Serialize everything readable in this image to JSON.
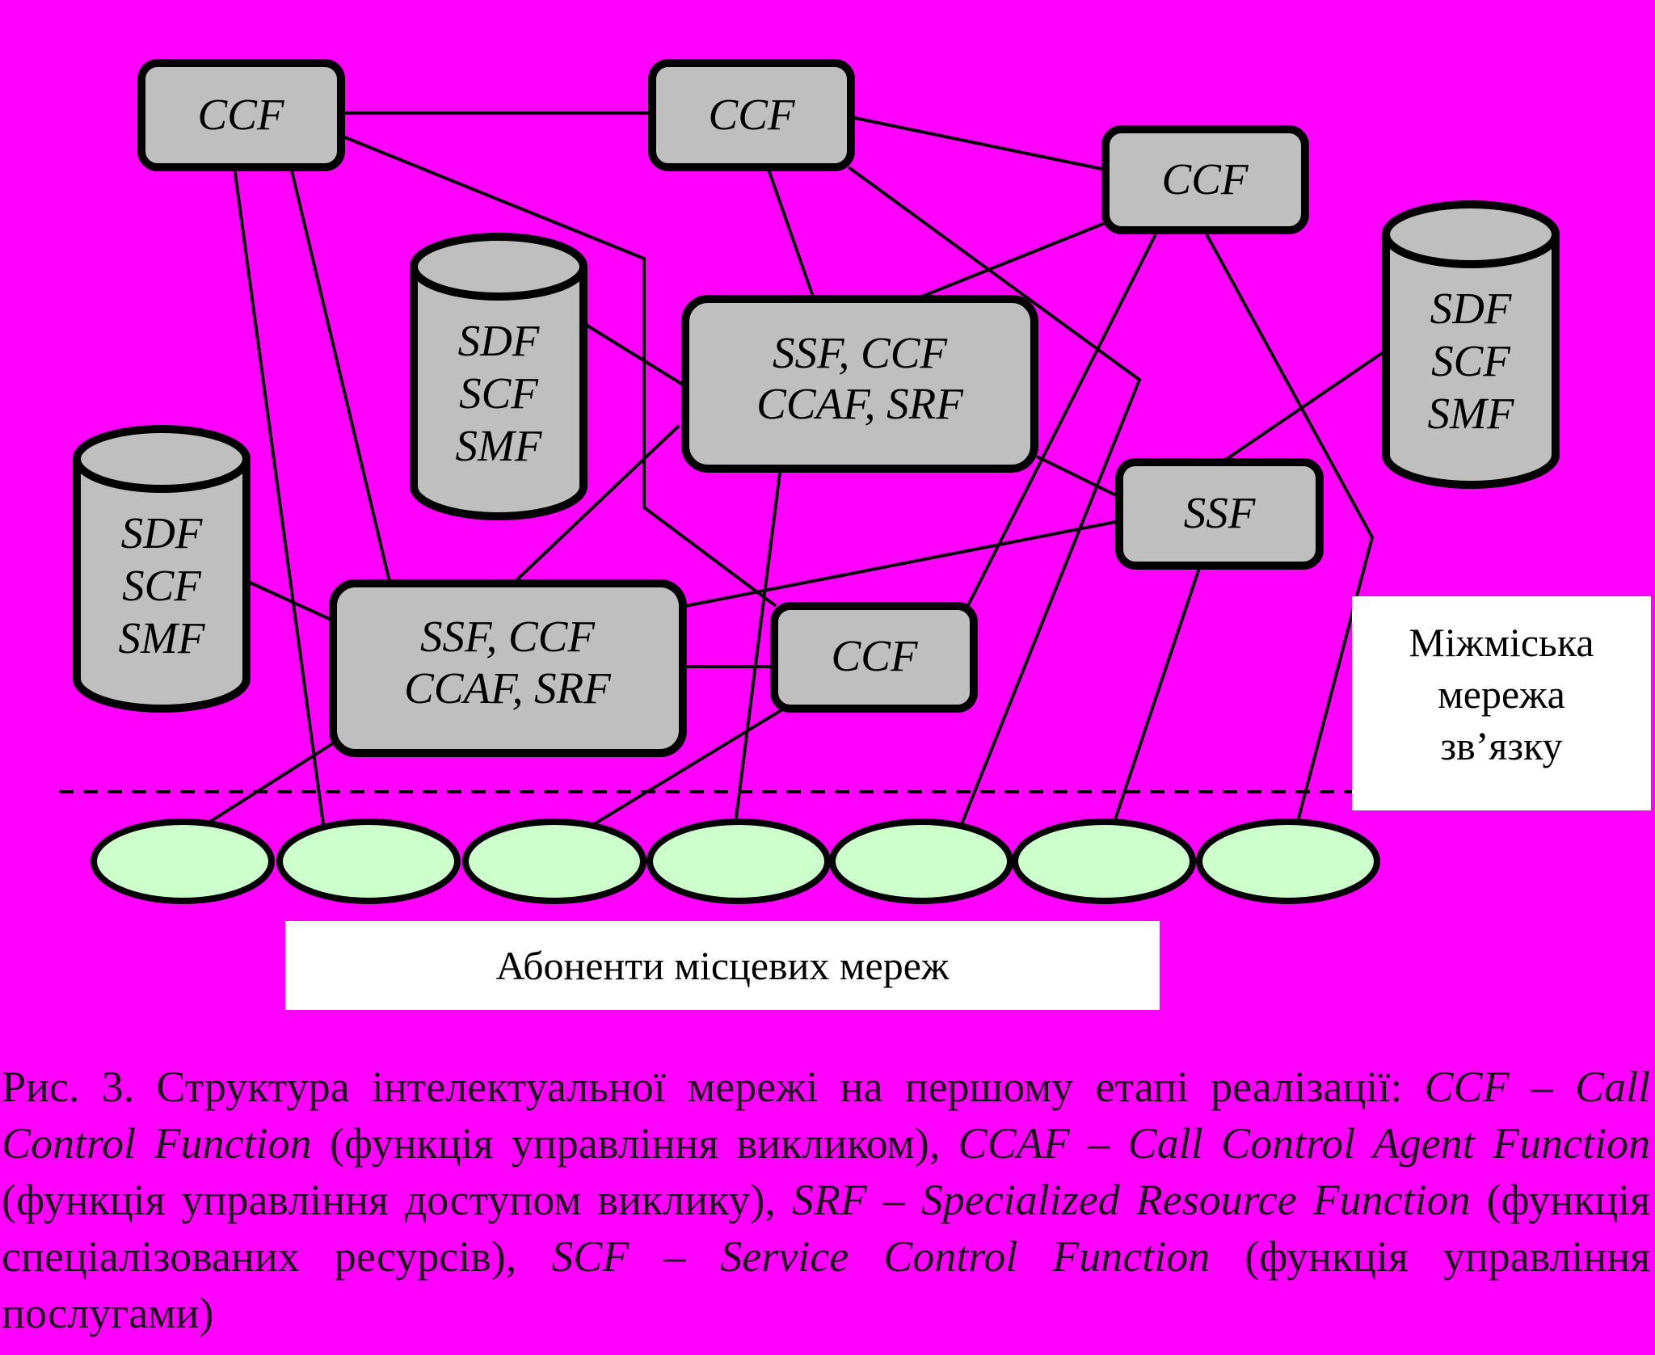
{
  "diagram": {
    "nodes": {
      "ccf_1": {
        "lines": [
          "CCF"
        ]
      },
      "ccf_2": {
        "lines": [
          "CCF"
        ]
      },
      "ccf_3": {
        "lines": [
          "CCF"
        ]
      },
      "ssf_ccf_upper": {
        "lines": [
          "SSF, CCF",
          "CCAF, SRF"
        ]
      },
      "ssf_right": {
        "lines": [
          "SSF"
        ]
      },
      "ssf_ccf_lower": {
        "lines": [
          "SSF, CCF",
          "CCAF, SRF"
        ]
      },
      "ccf_4": {
        "lines": [
          "CCF"
        ]
      },
      "db_center": {
        "lines": [
          "SDF",
          "SCF",
          "SMF"
        ]
      },
      "db_left": {
        "lines": [
          "SDF",
          "SCF",
          "SMF"
        ]
      },
      "db_right": {
        "lines": [
          "SDF",
          "SCF",
          "SMF"
        ]
      }
    },
    "long_distance_label": [
      "Міжміська",
      "мережа",
      "зв’язку"
    ],
    "subscribers_label": "Абоненти місцевих мереж",
    "subscriber_count": 7
  },
  "colors": {
    "background": "#ff00ff",
    "node_fill": "#bfbfbf",
    "subscriber_fill": "#ccffcc",
    "label_box_fill": "#ffffff",
    "stroke": "#000000"
  },
  "caption": {
    "intro": "Рис. 3. Структура інтелектуальної мережі на першому етапі реалізації: ",
    "items": [
      {
        "term": "CCF – Call Control Function",
        "desc": " (функція управління викликом), "
      },
      {
        "term": "CCAF – Call Control Agent Function",
        "desc": " (функція управління доступом виклику), "
      },
      {
        "term": "SRF – Specialized Resource Function",
        "desc": " (функція спеціалізованих ресурсів), "
      },
      {
        "term": "SCF – Service Control Function",
        "desc": " (функція управління послугами)"
      }
    ]
  }
}
